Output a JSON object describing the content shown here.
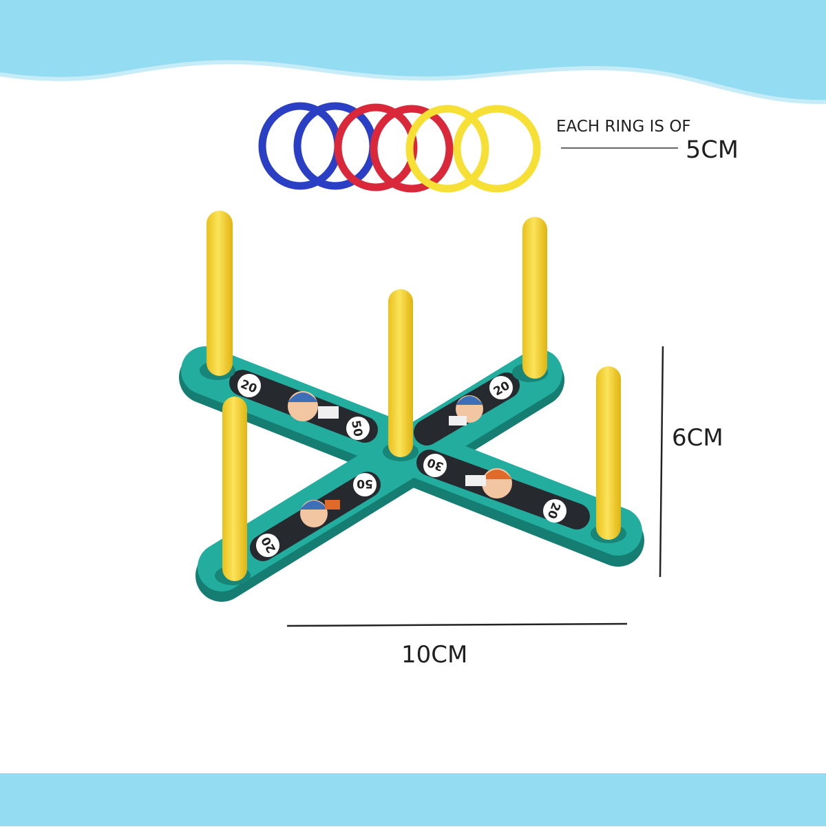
{
  "labels": {
    "ring_note": "EACH RING IS OF",
    "ring_size": "5CM",
    "height": "6CM",
    "width": "10CM"
  },
  "board_scores": {
    "back_left_arm": [
      "20",
      "50"
    ],
    "back_right_arm": [
      "20"
    ],
    "front_left_arm": [
      "50",
      "20"
    ],
    "front_right_arm": [
      "30",
      "20"
    ]
  },
  "colors": {
    "background": "#ffffff",
    "banner": "#93dcf2",
    "ring_blue": "#2a3fc4",
    "ring_red": "#d8283a",
    "ring_yellow": "#f6e035",
    "board_teal": "#20a99b",
    "board_teal_dark": "#178578",
    "peg_yellow": "#f6d532",
    "dimension_line": "#222222"
  },
  "icons": [
    "ring-icon",
    "peg-icon",
    "cartoon-character-icon"
  ]
}
